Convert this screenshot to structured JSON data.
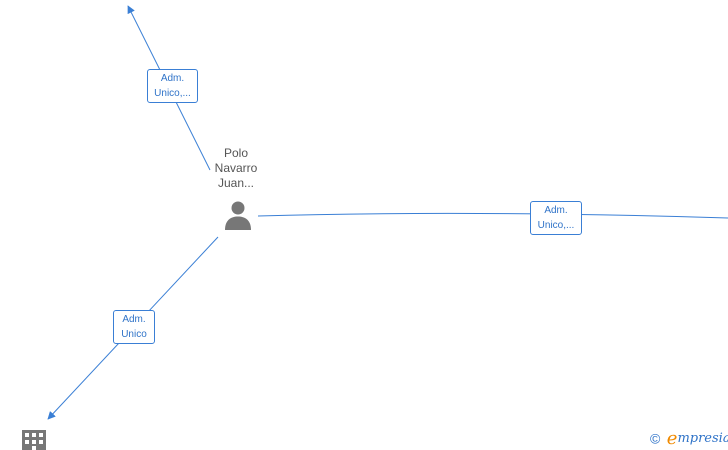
{
  "colors": {
    "edge": "#3a7fd5",
    "label_text": "#2f73c8",
    "icon_gray": "#777777",
    "brand_accent": "#f08a00"
  },
  "person": {
    "name_lines": [
      "Polo",
      "Navarro",
      "Juan..."
    ],
    "icon": "person-icon"
  },
  "edges": [
    {
      "label_lines": [
        "Adm.",
        "Unico,..."
      ]
    },
    {
      "label_lines": [
        "Adm.",
        "Unico,..."
      ]
    },
    {
      "label_lines": [
        "Adm.",
        "Unico"
      ]
    }
  ],
  "company_node": {
    "icon": "building-icon"
  },
  "footer": {
    "copyright_symbol": "©",
    "brand_first": "e",
    "brand_rest": "mpresia"
  }
}
